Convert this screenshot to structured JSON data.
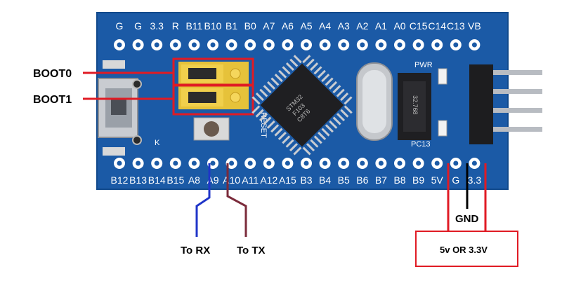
{
  "top_pins": [
    "G",
    "G",
    "3.3",
    "R",
    "B11",
    "B10",
    "B1",
    "B0",
    "A7",
    "A6",
    "A5",
    "A4",
    "A3",
    "A2",
    "A1",
    "A0",
    "C15",
    "C14",
    "C13",
    "VB"
  ],
  "bottom_pins": [
    "B12",
    "B13",
    "B14",
    "B15",
    "A8",
    "A9",
    "A10",
    "A11",
    "A12",
    "A15",
    "B3",
    "B4",
    "B5",
    "B6",
    "B7",
    "B8",
    "B9",
    "5V",
    "G",
    "3.3"
  ],
  "labels": {
    "boot0": "BOOT0",
    "boot1": "BOOT1",
    "rx": "To RX",
    "tx": "To TX",
    "gnd": "GND",
    "power": "5v OR 3.3V"
  },
  "silkscreen": {
    "reset": "RESET",
    "pwr": "PWR",
    "pc13": "PC13",
    "k": "K",
    "crystal": "32.768"
  },
  "chip_marking": [
    "STM32",
    "F103",
    "C8T6"
  ],
  "colors": {
    "board": "#1b5aa6",
    "highlight": "#e01b24",
    "rx_wire": "#1f35c8",
    "tx_wire": "#7b2b3b",
    "power_wire": "#e01b24",
    "gnd_wire": "#000000"
  }
}
